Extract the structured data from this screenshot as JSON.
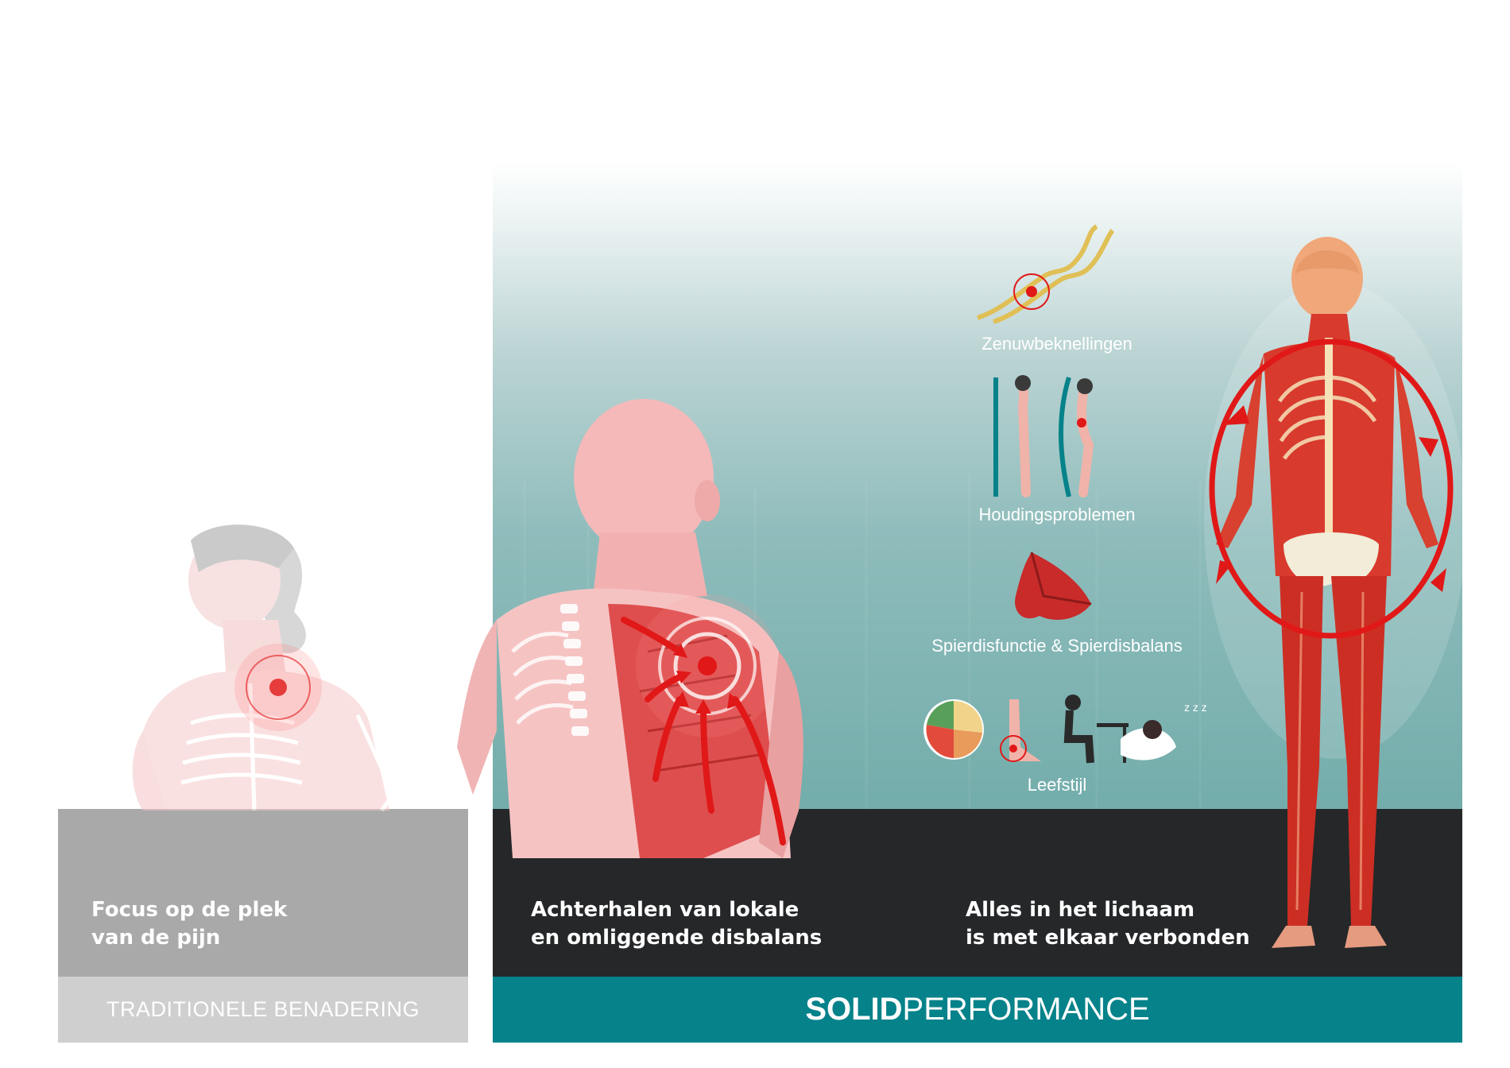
{
  "traditional": {
    "caption_line1": "Focus op de plek",
    "caption_line2": "van de pijn",
    "bar_label": "TRADITIONELE BENADERING"
  },
  "solid": {
    "middle_caption_line1": "Achterhalen van lokale",
    "middle_caption_line2": "en omliggende disbalans",
    "right_caption_line1": "Alles in het lichaam",
    "right_caption_line2": "is met elkaar verbonden",
    "brand_bold": "SOLID",
    "brand_regular": "PERFORMANCE"
  },
  "factors": [
    {
      "label": "Zenuwbeknellingen",
      "icon": "nerve-icon"
    },
    {
      "label": "Houdingsproblemen",
      "icon": "posture-icon"
    },
    {
      "label": "Spierdisfunctie & Spierdisbalans",
      "icon": "muscle-icon"
    },
    {
      "label": "Leefstijl",
      "icon": "lifestyle-icon"
    }
  ],
  "colors": {
    "pain_red": "#e11818",
    "teal": "#06828a",
    "dark": "#252729",
    "gray": "#a9a9a9"
  }
}
